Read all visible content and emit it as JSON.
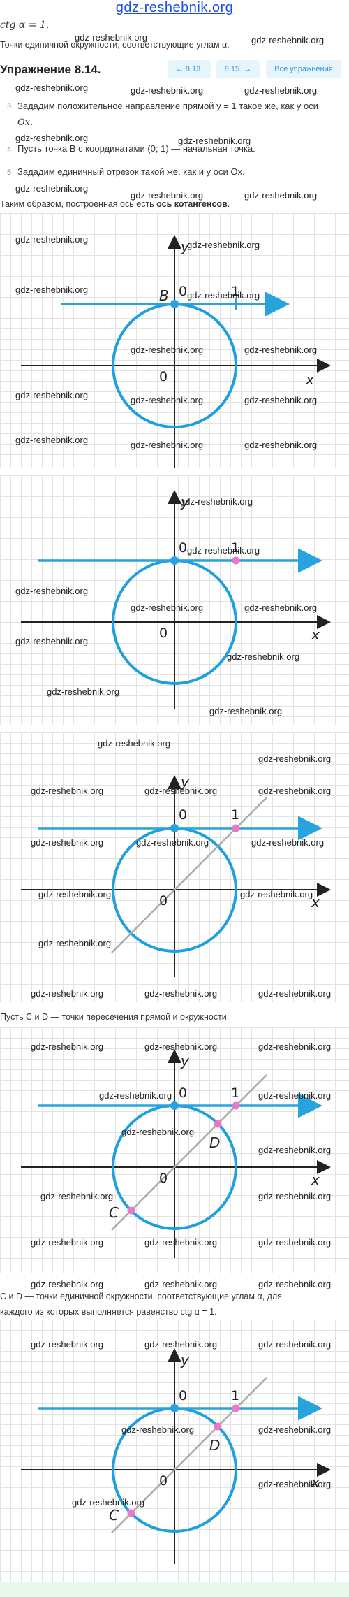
{
  "site": {
    "link": "gdz-reshebnik.org"
  },
  "watermark": "gdz-reshebnik.org",
  "intro": {
    "formula": "ctg α = 1.",
    "line": "Точки единичной окружности, соответствующие углам α."
  },
  "exercise": {
    "title": "Упражнение 8.14.",
    "nav": {
      "prev": "← 8.13.",
      "next": "8.15. →",
      "all": "Все упражнения"
    }
  },
  "steps": [
    {
      "num": "3",
      "text": "Зададим положительное направление прямой y = 1 такое же, как у оси",
      "cont": "Ox."
    },
    {
      "num": "4",
      "text": "Пусть точка B с координатами (0; 1) — начальная точка."
    },
    {
      "num": "5",
      "text": "Зададим единичный отрезок такой же, как и у оси Ox."
    }
  ],
  "conclusion": {
    "prefix": "Таким образом, построенная ось есть ",
    "bold": "ось котангенсов",
    "suffix": "."
  },
  "between_text": "Пусть C и D — точки пересечения прямой и окружности.",
  "final_text": {
    "line1": "C и D — точки единичной окружности, соответствующие углам α, для",
    "line2": "каждого из которых выполняется равенство ctg α = 1."
  },
  "diagram_labels": {
    "x": "x",
    "y": "y",
    "origin": "0",
    "zero": "0",
    "one": "1",
    "B": "B",
    "C": "C",
    "D": "D"
  },
  "colors": {
    "axis_blue": "#29a3dd",
    "circle_blue": "#1ea0de",
    "point_pink": "#e878c8",
    "diag_line": "#aaaaaa",
    "axes": "#222222"
  }
}
